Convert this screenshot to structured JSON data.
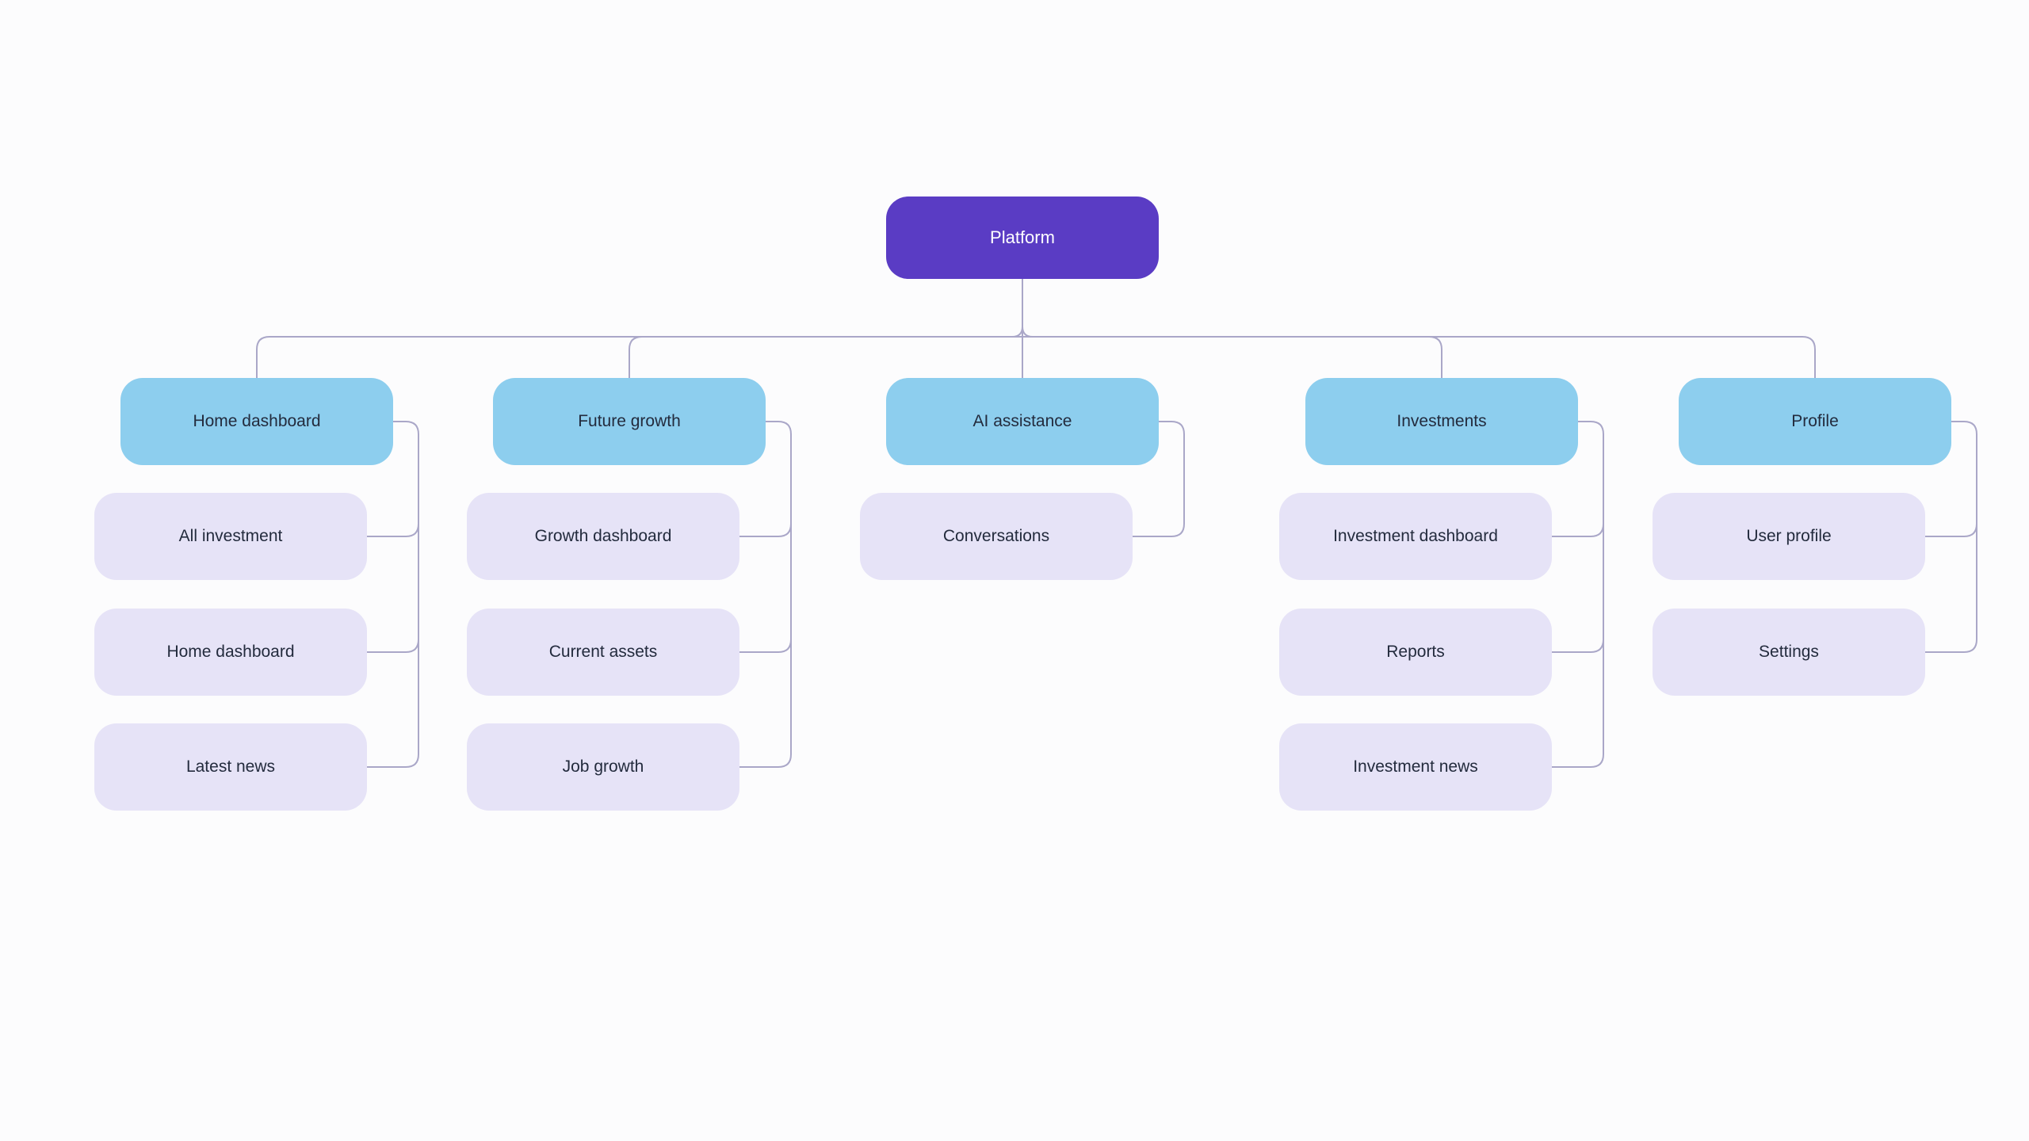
{
  "diagram": {
    "root": {
      "label": "Platform"
    },
    "columns": [
      {
        "label": "Home dashboard",
        "children": [
          "All investment",
          "Home dashboard",
          "Latest news"
        ]
      },
      {
        "label": "Future growth",
        "children": [
          "Growth dashboard",
          "Current assets",
          "Job growth"
        ]
      },
      {
        "label": "AI assistance",
        "children": [
          "Conversations"
        ]
      },
      {
        "label": "Investments",
        "children": [
          "Investment dashboard",
          "Reports",
          "Investment news"
        ]
      },
      {
        "label": "Profile",
        "children": [
          "User profile",
          "Settings"
        ]
      }
    ],
    "colors": {
      "canvas_bg": "#FCFCFD",
      "root_bg": "#5A3CC4",
      "root_text": "#FFFFFF",
      "category_bg": "#8DCEEE",
      "child_bg": "#E6E3F7",
      "node_text": "#232B3D",
      "connector": "#AAA7C8"
    }
  }
}
